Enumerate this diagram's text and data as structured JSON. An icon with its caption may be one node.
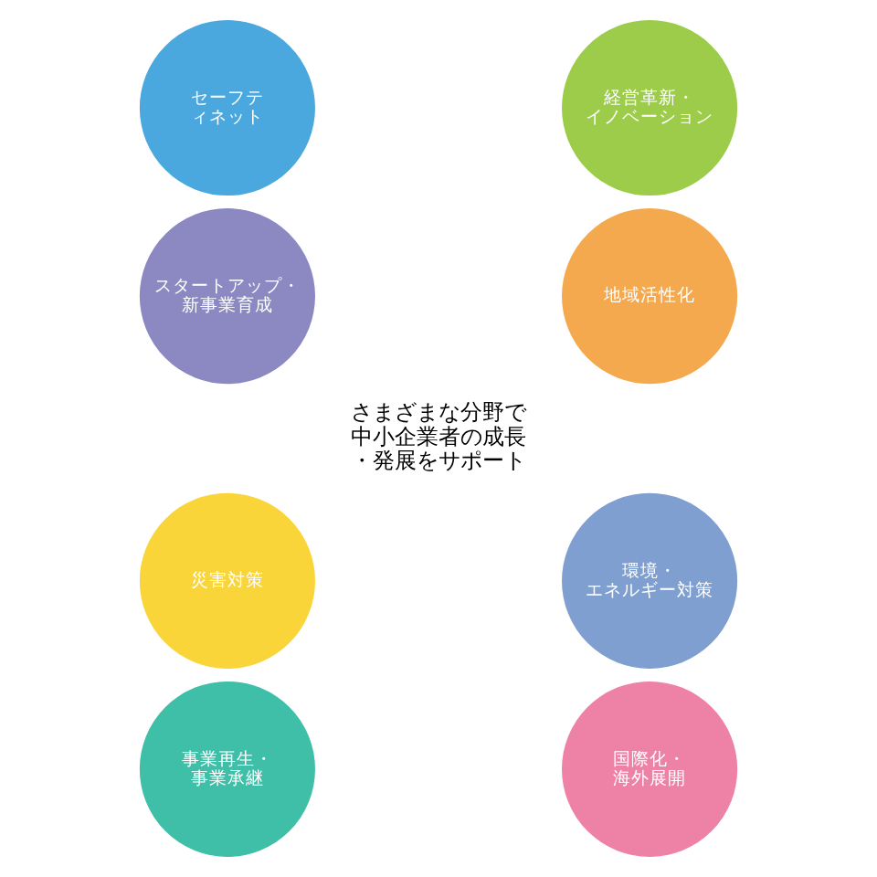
{
  "diagram": {
    "nodes": [
      {
        "text": [
          "セーフティネット"
        ]
      },
      {
        "text": [
          "経営革新・イノベーション"
        ]
      },
      {
        "text": [
          "地域活性化"
        ]
      },
      {
        "text": [
          "環境・エネルギー対策"
        ]
      },
      {
        "text": [
          "国際化・海外展開"
        ]
      },
      {
        "text": [
          "事業再生・事業承継"
        ]
      },
      {
        "text": [
          "災害対策"
        ]
      },
      {
        "text": [
          "スタートアップ・新事業育成"
        ]
      }
    ],
    "edges": [],
    "labels": [
      "さまざまな分野で中小企業者の成長・発展をサポート"
    ]
  }
}
